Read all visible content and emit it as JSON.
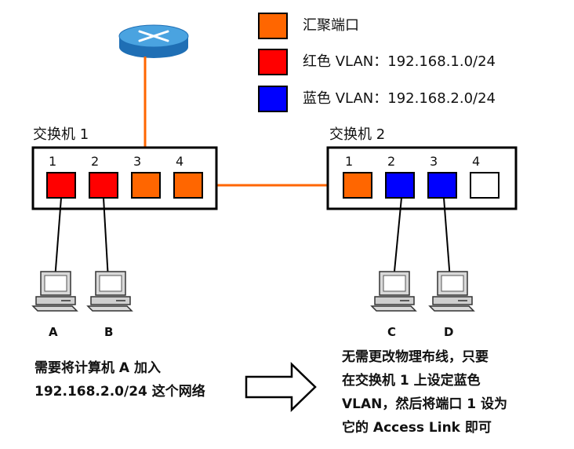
{
  "legend": [
    {
      "label": "汇聚端口",
      "color": "#ff6600"
    },
    {
      "label": "红色 VLAN：192.168.1.0/24",
      "color": "#ff0000"
    },
    {
      "label": "蓝色 VLAN：192.168.2.0/24",
      "color": "#0000ff"
    }
  ],
  "switch1": {
    "title": "交换机 1",
    "ports": [
      {
        "num": "1",
        "color": "#ff0000"
      },
      {
        "num": "2",
        "color": "#ff0000"
      },
      {
        "num": "3",
        "color": "#ff6600"
      },
      {
        "num": "4",
        "color": "#ff6600"
      }
    ]
  },
  "switch2": {
    "title": "交换机 2",
    "ports": [
      {
        "num": "1",
        "color": "#ff6600"
      },
      {
        "num": "2",
        "color": "#0000ff"
      },
      {
        "num": "3",
        "color": "#0000ff"
      },
      {
        "num": "4",
        "color": "#ffffff"
      }
    ]
  },
  "computers": [
    "A",
    "B",
    "C",
    "D"
  ],
  "captions": {
    "left": [
      "需要将计算机 A 加入",
      "192.168.2.0/24 这个网络"
    ],
    "right": [
      "无需更改物理布线，只要",
      "在交换机 1 上设定蓝色",
      "VLAN，然后将端口 1 设为",
      "它的 Access Link 即可"
    ]
  },
  "colors": {
    "link": "#ff6600",
    "router_top": "#4aa3e0",
    "router_side": "#1f6fb5"
  }
}
